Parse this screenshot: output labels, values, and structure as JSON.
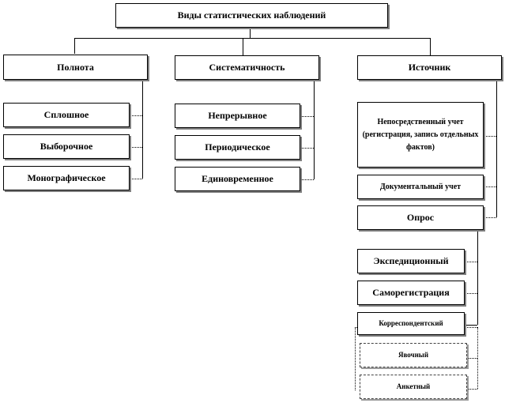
{
  "diagram": {
    "root": "Виды статистических наблюдений",
    "categories": {
      "completeness": {
        "title": "Полнота",
        "items": [
          "Сплошное",
          "Выборочное",
          "Монографическое"
        ]
      },
      "systematic": {
        "title": "Систематичность",
        "items": [
          "Непрерывное",
          "Периодическое",
          "Единовременное"
        ]
      },
      "source": {
        "title": "Источник",
        "items": [
          "Непосредственный учет (регистрация, запись отдельных фактов)",
          "Документальный учет",
          "Опрос"
        ],
        "survey_types": [
          "Экспедиционный",
          "Саморегистрация",
          "Корреспондентский",
          "Явочный",
          "Анкетный"
        ]
      }
    }
  }
}
